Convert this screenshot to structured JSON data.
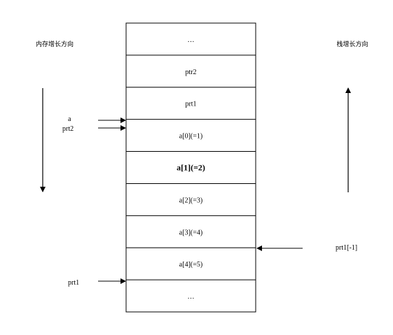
{
  "labels": {
    "memory_growth": "内存增长方向",
    "stack_growth": "栈增长方向",
    "a": "a",
    "prt2": "prt2",
    "prt1_left": "prt1",
    "prt1_neg1": "prt1[-1]"
  },
  "cells": [
    {
      "text": "…",
      "bold": false
    },
    {
      "text": "ptr2",
      "bold": false
    },
    {
      "text": "prt1",
      "bold": false
    },
    {
      "text": "a[0](=1)",
      "bold": false
    },
    {
      "text": "a[1](=2)",
      "bold": true
    },
    {
      "text": "a[2](=3)",
      "bold": false
    },
    {
      "text": "a[3](=4)",
      "bold": false
    },
    {
      "text": "a[4](=5)",
      "bold": false
    },
    {
      "text": "…",
      "bold": false
    }
  ]
}
